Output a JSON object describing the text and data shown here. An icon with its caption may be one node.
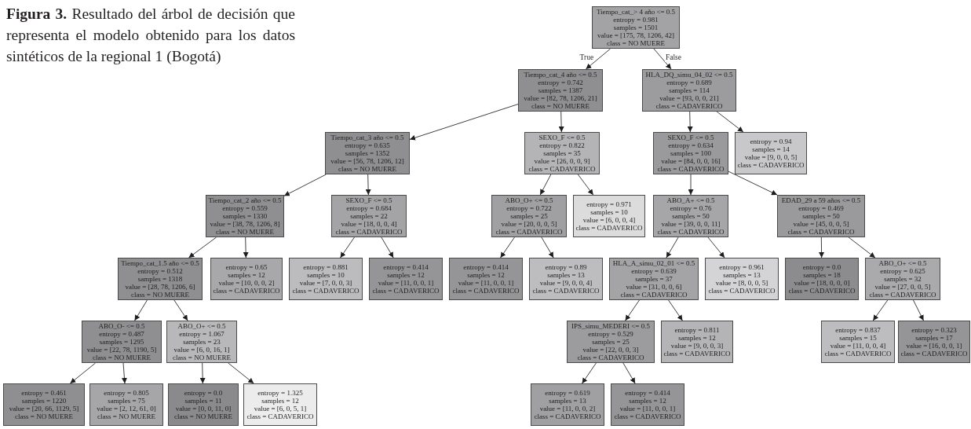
{
  "diagram": {
    "caption": "**Figura 3.** Resultado del árbol de decisión que representa el modelo obtenido para los datos sintéticos de la regional 1 (Bogotá)",
    "nodes": [
      {
        "text": [
          "Tiempo_cat_> 4 año <= 0.5",
          "entropy = 0.981",
          "samples = 1501",
          "value = [175, 78, 1206, 42]",
          "class = NO MUERE"
        ]
      },
      {
        "text": [
          "Tiempo_cat_4 año <= 0.5",
          "entropy = 0.742",
          "samples = 1387",
          "value = [82, 78, 1206, 21]",
          "class = NO MUERE"
        ]
      },
      {
        "text": [
          "HLA_DQ_simu_04_02 <= 0.5",
          "entropy = 0.689",
          "samples = 114",
          "value = [93, 0, 0, 21]",
          "class = CADAVERICO"
        ]
      },
      {
        "text": [
          "Tiempo_cat_3 año <= 0.5",
          "entropy = 0.635",
          "samples = 1352",
          "value = [56, 78, 1206, 12]",
          "class = NO MUERE"
        ]
      },
      {
        "text": [
          "SEXO_F <= 0.5",
          "entropy = 0.822",
          "samples = 35",
          "value = [26, 0, 0, 9]",
          "class = CADAVERICO"
        ]
      },
      {
        "text": [
          "SEXO_F <= 0.5",
          "entropy = 0.634",
          "samples = 100",
          "value = [84, 0, 0, 16]",
          "class = CADAVERICO"
        ]
      },
      {
        "text": [
          "entropy = 0.94",
          "samples = 14",
          "value = [9, 0, 0, 5]",
          "class = CADAVERICO"
        ]
      },
      {
        "text": [
          "Tiempo_cat_2 año <= 0.5",
          "entropy = 0.559",
          "samples = 1330",
          "value = [38, 78, 1206, 8]",
          "class = NO MUERE"
        ]
      },
      {
        "text": [
          "SEXO_F <= 0.5",
          "entropy = 0.684",
          "samples = 22",
          "value = [18, 0, 0, 4]",
          "class = CADAVERICO"
        ]
      },
      {
        "text": [
          "ABO_O+ <= 0.5",
          "entropy = 0.722",
          "samples = 25",
          "value = [20, 0, 0, 5]",
          "class = CADAVERICO"
        ]
      },
      {
        "text": [
          "entropy = 0.971",
          "samples = 10",
          "value = [6, 0, 0, 4]",
          "class = CADAVERICO"
        ]
      },
      {
        "text": [
          "ABO_A+ <= 0.5",
          "entropy = 0.76",
          "samples = 50",
          "value = [39, 0, 0, 11]",
          "class = CADAVERICO"
        ]
      },
      {
        "text": [
          "EDAD_29 a 59 años <= 0.5",
          "entropy = 0.469",
          "samples = 50",
          "value = [45, 0, 0, 5]",
          "class = CADAVERICO"
        ]
      },
      {
        "text": [
          "Tiempo_cat_1.5 año <= 0.5",
          "entropy = 0.512",
          "samples = 1318",
          "value = [28, 78, 1206, 6]",
          "class = NO MUERE"
        ]
      },
      {
        "text": [
          "entropy = 0.65",
          "samples = 12",
          "value = [10, 0, 0, 2]",
          "class = CADAVERICO"
        ]
      },
      {
        "text": [
          "entropy = 0.881",
          "samples = 10",
          "value = [7, 0, 0, 3]",
          "class = CADAVERICO"
        ]
      },
      {
        "text": [
          "entropy = 0.414",
          "samples = 12",
          "value = [11, 0, 0, 1]",
          "class = CADAVERICO"
        ]
      },
      {
        "text": [
          "entropy = 0.414",
          "samples = 12",
          "value = [11, 0, 0, 1]",
          "class = CADAVERICO"
        ]
      },
      {
        "text": [
          "entropy = 0.89",
          "samples = 13",
          "value = [9, 0, 0, 4]",
          "class = CADAVERICO"
        ]
      },
      {
        "text": [
          "HLA_A_simu_02_01 <= 0.5",
          "entropy = 0.639",
          "samples = 37",
          "value = [31, 0, 0, 6]",
          "class = CADAVERICO"
        ]
      },
      {
        "text": [
          "entropy = 0.961",
          "samples = 13",
          "value = [8, 0, 0, 5]",
          "class = CADAVERICO"
        ]
      },
      {
        "text": [
          "entropy = 0.0",
          "samples = 18",
          "value = [18, 0, 0, 0]",
          "class = CADAVERICO"
        ]
      },
      {
        "text": [
          "ABO_O+ <= 0.5",
          "entropy = 0.625",
          "samples = 32",
          "value = [27, 0, 0, 5]",
          "class = CADAVERICO"
        ]
      },
      {
        "text": [
          "ABO_O- <= 0.5",
          "entropy = 0.487",
          "samples = 1295",
          "value = [22, 78, 1190, 5]",
          "class = NO MUERE"
        ]
      },
      {
        "text": [
          "ABO_O+ <= 0.5",
          "entropy = 1.067",
          "samples = 23",
          "value = [6, 0, 16, 1]",
          "class = NO MUERE"
        ]
      },
      {
        "text": [
          "IPS_simu_MEDERI <= 0.5",
          "entropy = 0.529",
          "samples = 25",
          "value = [22, 0, 0, 3]",
          "class = CADAVERICO"
        ]
      },
      {
        "text": [
          "entropy = 0.811",
          "samples = 12",
          "value = [9, 0, 0, 3]",
          "class = CADAVERICO"
        ]
      },
      {
        "text": [
          "entropy = 0.837",
          "samples = 15",
          "value = [11, 0, 0, 4]",
          "class = CADAVERICO"
        ]
      },
      {
        "text": [
          "entropy = 0.323",
          "samples = 17",
          "value = [16, 0, 0, 1]",
          "class = CADAVERICO"
        ]
      },
      {
        "text": [
          "entropy = 0.461",
          "samples = 1220",
          "value = [20, 66, 1129, 5]",
          "class = NO MUERE"
        ]
      },
      {
        "text": [
          "entropy = 0.805",
          "samples = 75",
          "value = [2, 12, 61, 0]",
          "class = NO MUERE"
        ]
      },
      {
        "text": [
          "entropy = 0.0",
          "samples = 11",
          "value = [0, 0, 11, 0]",
          "class = NO MUERE"
        ]
      },
      {
        "text": [
          "entropy = 1.325",
          "samples = 12",
          "value = [6, 0, 5, 1]",
          "class = CADAVERICO"
        ]
      },
      {
        "text": [
          "entropy = 0.619",
          "samples = 13",
          "value = [11, 0, 0, 2]",
          "class = CADAVERICO"
        ]
      },
      {
        "text": [
          "entropy = 0.414",
          "samples = 12",
          "value = [11, 0, 0, 1]",
          "class = CADAVERICO"
        ]
      }
    ],
    "edges": [
      {
        "from": 0,
        "to": 1,
        "arrow": "to",
        "label": "True"
      },
      {
        "from": 0,
        "to": 2,
        "arrow": "to",
        "label": "False"
      },
      {
        "from": 1,
        "to": 3,
        "arrow": "to"
      },
      {
        "from": 1,
        "to": 4,
        "arrow": "to"
      },
      {
        "from": 2,
        "to": 5,
        "arrow": "to"
      },
      {
        "from": 2,
        "to": 6,
        "arrow": "to"
      },
      {
        "from": 3,
        "to": 7,
        "arrow": "to"
      },
      {
        "from": 3,
        "to": 8,
        "arrow": "to"
      },
      {
        "from": 4,
        "to": 9,
        "arrow": "to"
      },
      {
        "from": 4,
        "to": 10,
        "arrow": "to"
      },
      {
        "from": 5,
        "to": 11,
        "arrow": "to"
      },
      {
        "from": 5,
        "to": 12,
        "arrow": "to"
      },
      {
        "from": 7,
        "to": 13,
        "arrow": "to"
      },
      {
        "from": 7,
        "to": 14,
        "arrow": "to"
      },
      {
        "from": 8,
        "to": 15,
        "arrow": "to"
      },
      {
        "from": 8,
        "to": 16,
        "arrow": "to"
      },
      {
        "from": 9,
        "to": 17,
        "arrow": "to"
      },
      {
        "from": 9,
        "to": 18,
        "arrow": "to"
      },
      {
        "from": 11,
        "to": 19,
        "arrow": "to"
      },
      {
        "from": 11,
        "to": 20,
        "arrow": "to"
      },
      {
        "from": 12,
        "to": 21,
        "arrow": "to"
      },
      {
        "from": 12,
        "to": 22,
        "arrow": "to"
      },
      {
        "from": 13,
        "to": 23,
        "arrow": "to"
      },
      {
        "from": 13,
        "to": 24,
        "arrow": "to"
      },
      {
        "from": 19,
        "to": 25,
        "arrow": "to"
      },
      {
        "from": 19,
        "to": 26,
        "arrow": "to"
      },
      {
        "from": 22,
        "to": 27,
        "arrow": "to"
      },
      {
        "from": 22,
        "to": 28,
        "arrow": "to"
      },
      {
        "from": 23,
        "to": 29,
        "arrow": "to"
      },
      {
        "from": 23,
        "to": 30,
        "arrow": "to"
      },
      {
        "from": 24,
        "to": 31,
        "arrow": "to"
      },
      {
        "from": 24,
        "to": 32,
        "arrow": "to"
      },
      {
        "from": 25,
        "to": 33,
        "arrow": "to"
      },
      {
        "from": 25,
        "to": 34,
        "arrow": "to"
      }
    ]
  }
}
